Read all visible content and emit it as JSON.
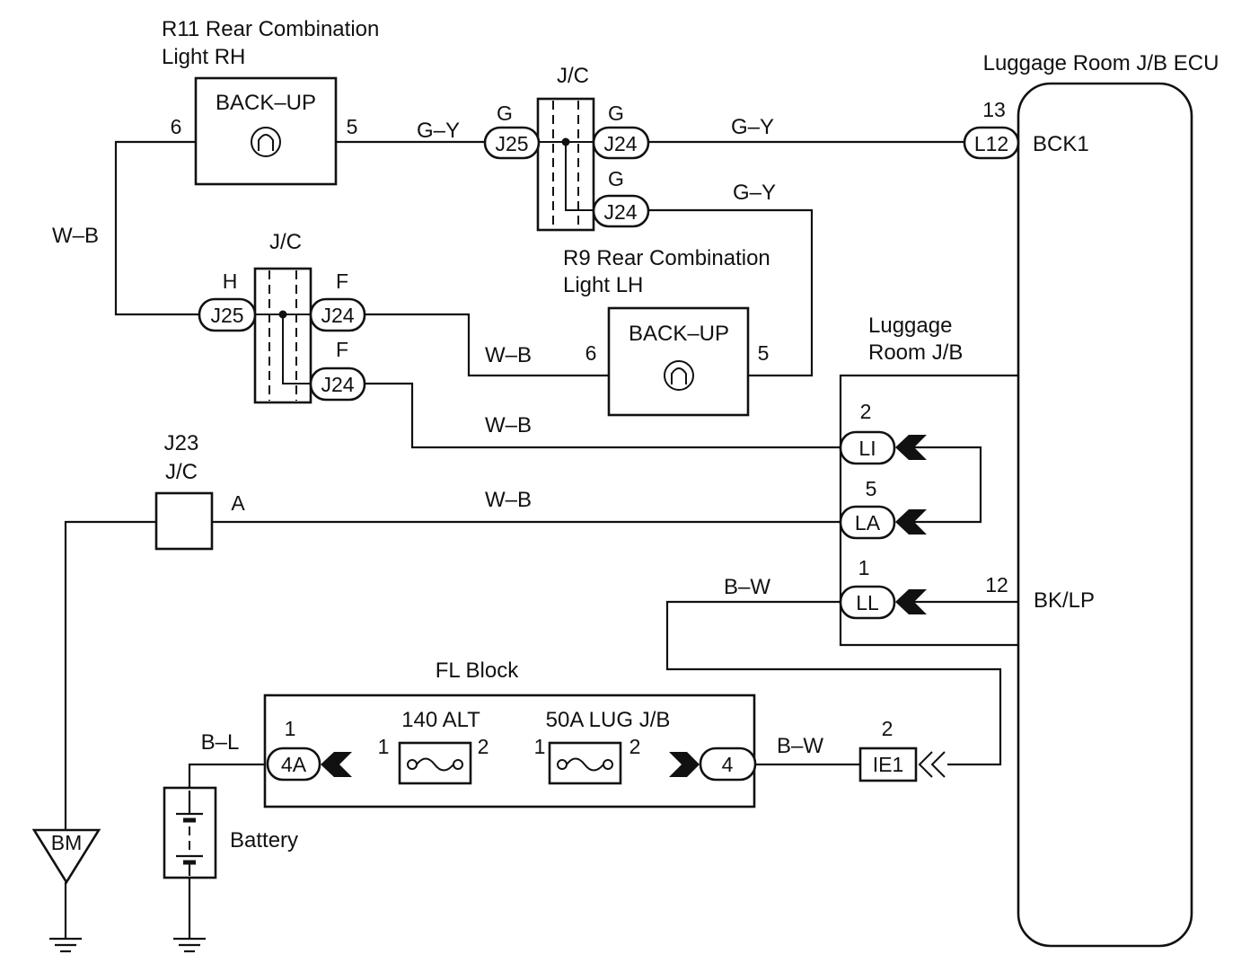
{
  "components": {
    "r11": {
      "title_line1": "R11 Rear Combination",
      "title_line2": "Light RH",
      "label": "BACK–UP",
      "pin_left": "6",
      "pin_right": "5"
    },
    "r9": {
      "title_line1": "R9 Rear Combination",
      "title_line2": "Light LH",
      "label": "BACK–UP",
      "pin_left": "6",
      "pin_right": "5"
    },
    "jc_top": {
      "title": "J/C"
    },
    "jc_mid": {
      "title": "J/C"
    },
    "j23": {
      "line1": "J23",
      "line2": "J/C",
      "terminal": "A"
    },
    "ecu": {
      "title": "Luggage Room J/B ECU",
      "pin_bck1": "13",
      "bck1_label": "BCK1",
      "pin_bklp": "12",
      "bklp_label": "BK/LP"
    },
    "ljb": {
      "title_line1": "Luggage",
      "title_line2": "Room J/B"
    },
    "fl_block": {
      "title": "FL Block",
      "fuse1": "140 ALT",
      "fuse2": "50A LUG J/B",
      "pin1": "1",
      "pin2": "2",
      "pin_4a": "1"
    },
    "battery": {
      "label": "Battery"
    },
    "ground": {
      "label": "BM"
    }
  },
  "connectors": {
    "j25_top": {
      "code": "J25",
      "pin": "G"
    },
    "j24_top1": {
      "code": "J24",
      "pin": "G"
    },
    "j24_top2": {
      "code": "J24",
      "pin": "G"
    },
    "j25_mid": {
      "code": "J25",
      "pin": "H"
    },
    "j24_mid1": {
      "code": "J24",
      "pin": "F"
    },
    "j24_mid2": {
      "code": "J24",
      "pin": "F"
    },
    "l12": {
      "code": "L12"
    },
    "li": {
      "code": "LI",
      "pin": "2"
    },
    "la": {
      "code": "LA",
      "pin": "5"
    },
    "ll": {
      "code": "LL",
      "pin": "1"
    },
    "c4a": {
      "code": "4A"
    },
    "c4": {
      "code": "4"
    },
    "ie1": {
      "code": "IE1",
      "pin": "2"
    }
  },
  "wires": {
    "gy_r11_j25": "G–Y",
    "gy_j24_l12": "G–Y",
    "gy_j24_r9": "G–Y",
    "wb_left": "W–B",
    "wb_j24_r9": "W–B",
    "wb_j24_li": "W–B",
    "wb_j23_la": "W–B",
    "bw_ll": "B–W",
    "bl_battery": "B–L",
    "bw_ie1": "B–W"
  }
}
